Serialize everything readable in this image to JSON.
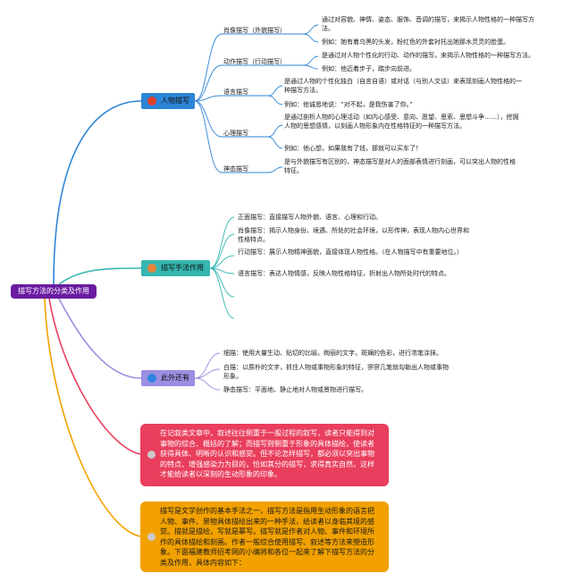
{
  "root": {
    "label": "描写方法的分类及作用",
    "color": "#6a1ba1"
  },
  "colors": {
    "blue": "#2d85d6",
    "teal": "#35b6b0",
    "purple": "#9a8fe2",
    "red": "#e93e5d",
    "orange": "#f2a100"
  },
  "branch_person": {
    "label": "人物描写",
    "items": [
      {
        "label": "肖像描写（外貌描写）",
        "details": [
          "通过对容貌、神情、姿态、服饰、音调的描写，来揭示人物性格的一种描写方法。",
          "例如：她有着乌黑的头发，粉红色的外套衬托出她那水灵灵的脸蛋。"
        ]
      },
      {
        "label": "动作描写（行动描写）",
        "details": [
          "是通过对人物个性化的行动、动作的描写，来揭示人物性格的一种描写方法。",
          "例如：他迈着步子，踏步向前进。"
        ]
      },
      {
        "label": "语言描写",
        "details": [
          "是通过人物的个性化独白（自言自语）或对话（与别人交谈）来表现刻画人物性格的一种描写方法。",
          "例如：他诚恳地说：“对不起，是我伤害了你。”"
        ]
      },
      {
        "label": "心理描写",
        "details": [
          "是通过剖析人物的心理活动（如内心感受、意向、愿望、思索、思想斗争……），挖掘人物的思想感情，以刻画人物形象内在性格特征的一种描写方法。",
          "例如：他心想，如果我有了钱，那就可以买车了！"
        ]
      },
      {
        "label": "神态描写",
        "details": [
          "是与外貌描写有区别的，神态描写是对人的面部表情进行刻画，可以突出人物的性格特征。"
        ]
      }
    ]
  },
  "branch_methods": {
    "label": "描写手法作用",
    "items": [
      "正面描写：直接描写人物外貌、语言、心理和行动。",
      "肖像描写：揭示人物身份、境遇、所处的社会环境，以形传神，表现人物内心世界和性格特点。",
      "行动描写：展示人物精神面貌，直接体现人物性格。（在人物描写中有重要地位。）",
      "语言描写：表达人物情感，反映人物性格特征，折射出人物所处时代的特点。"
    ]
  },
  "branch_extra": {
    "label": "此外还有",
    "items": [
      "细描：使用大量生动、贴切的比喻，绚丽的文字，斑斓的色彩，进行浓笔涂抹。",
      "白描：以质朴的文字，抓住人物或事物形象的特征，寥寥几笔就勾勒出人物或事物形象。",
      "静态描写：平面地、静止地对人物或景物进行描写。"
    ]
  },
  "note_red": "在记叙类文章中，叙述往往侧重于一般过程的叙写，读者只能得到对事物的综合、概括的了解；而描写则侧重于形象的具体描绘，使读者获得具体、明晰的认识和感觉。但不论怎样描写，都必须以突出事物的特点、增强感染力为目的，恰如其分的描写，求得真实自然，这样才能给读者以深刻的生动形象的印象。",
  "note_orange": "描写是文学创作的基本手法之一，描写方法是指用生动形象的语言把人物、事件、景物具体描绘出来的一种手法，给读者以身临其境的感觉。描就是描绘，写就是摹写。描写就是作者对人物、事件和环境所作的具体描绘和刻画。作者一般综合使用描写、叙述等方法来塑造形象。下面福建教师招考网的小编将和各位一起来了解下描写方法的分类及作用，具体内容如下："
}
